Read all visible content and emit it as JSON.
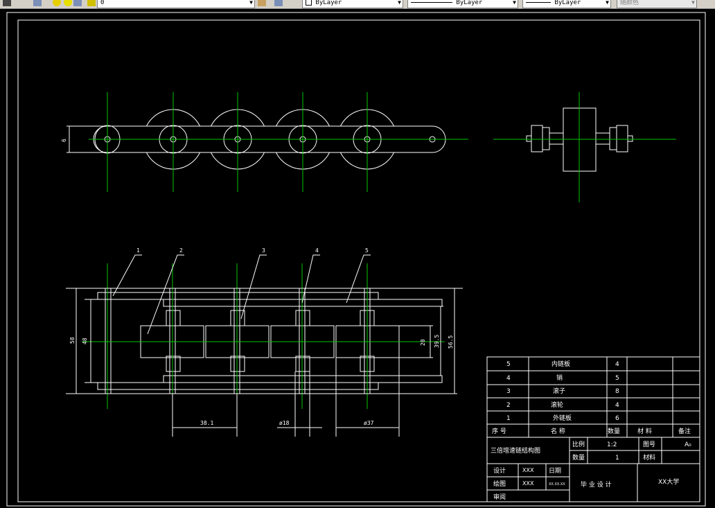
{
  "toolbar": {
    "layer_value": "0",
    "color_value": "ByLayer",
    "linetype_value": "ByLayer",
    "lineweight_value": "ByLayer",
    "plotstyle_value": "随颜色"
  },
  "drawing": {
    "dims": {
      "top_height": "6",
      "d58": "58",
      "d48": "48",
      "d20": "20",
      "d395": "39.5",
      "d565": "56.5",
      "d381": "38.1",
      "d18": "ø18",
      "d37": "ø37"
    },
    "part_callouts": [
      "1",
      "2",
      "3",
      "4",
      "5"
    ]
  },
  "title_block": {
    "parts": [
      {
        "no": "5",
        "name": "内链板",
        "qty": "4"
      },
      {
        "no": "4",
        "name": "销",
        "qty": "5"
      },
      {
        "no": "3",
        "name": "滚子",
        "qty": "8"
      },
      {
        "no": "2",
        "name": "滚轮",
        "qty": "4"
      },
      {
        "no": "1",
        "name": "外链板",
        "qty": "6"
      }
    ],
    "header": {
      "no": "序 号",
      "name": "名    称",
      "qty": "数量",
      "material": "材 料",
      "remark": "备注"
    },
    "drawing_title": "三倍增速链结构图",
    "scale_label": "比例",
    "scale_value": "1:2",
    "drawing_no_label": "图号",
    "drawing_no_value": "A₀",
    "qty_label": "数量",
    "qty_value": "1",
    "material_label": "材料",
    "design_label": "设计",
    "design_value": "XXX",
    "date_label": "日期",
    "draw_label": "绘图",
    "draw_value": "XXX",
    "date_value": "XX.XX.XX",
    "review_label": "审阅",
    "project": "毕 业 设 计",
    "school": "XX大学"
  }
}
